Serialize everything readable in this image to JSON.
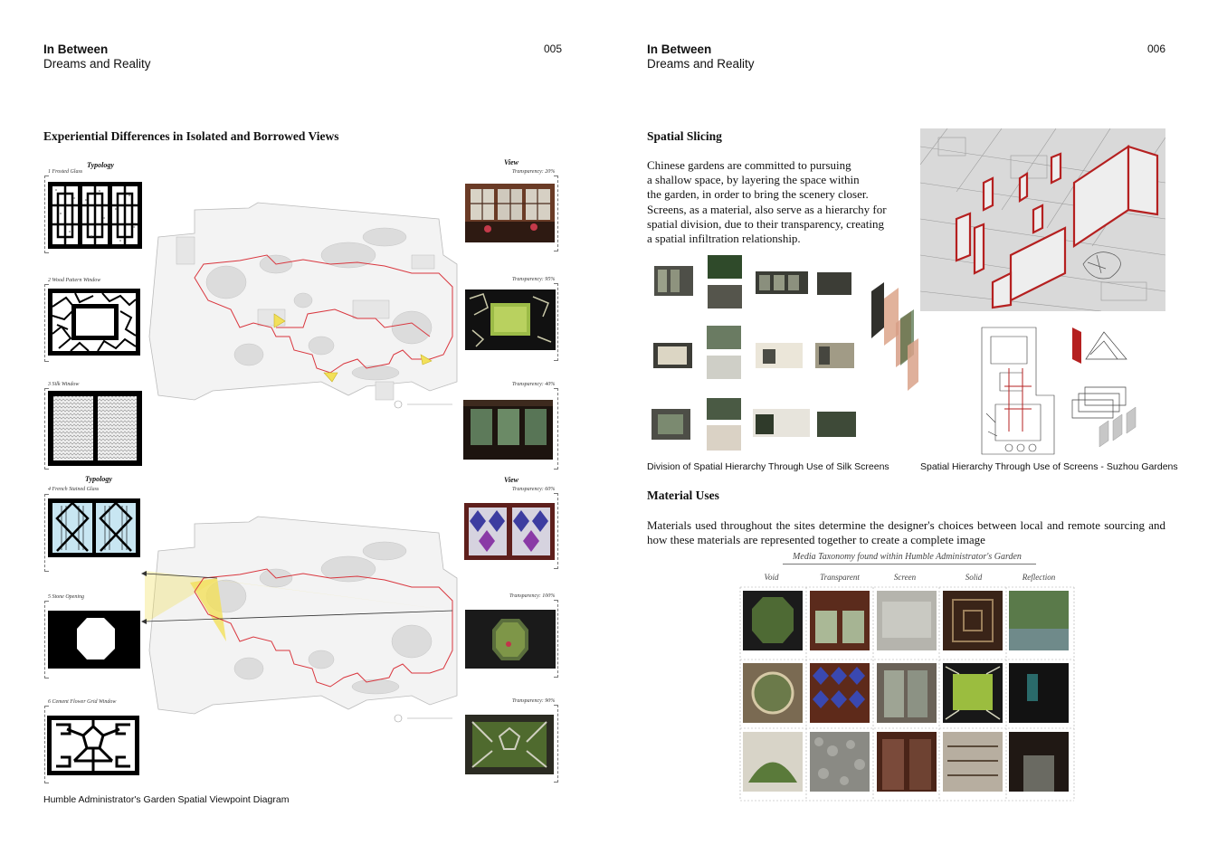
{
  "left_page": {
    "header": {
      "title_bold": "In Between",
      "title_sub": "Dreams and Reality",
      "page_number": "005"
    },
    "section_title": "Experiential Differences in Isolated and Borrowed Views",
    "typology_heading": "Typology",
    "view_heading": "View",
    "typologies_top": [
      {
        "label": "1  Frosted Glass",
        "transparency": "Transparency: 20%"
      },
      {
        "label": "2  Wood Pattern Window",
        "transparency": "Transparency: 95%"
      },
      {
        "label": "3  Silk Window",
        "transparency": "Transparency: 40%"
      }
    ],
    "typologies_bottom": [
      {
        "label": "4  French Stained Glass",
        "transparency": "Transparency: 60%"
      },
      {
        "label": "5  Stone Opening",
        "transparency": "Transparency: 100%"
      },
      {
        "label": "6  Cement Flower Grid Window",
        "transparency": "Transparency: 90%"
      }
    ],
    "caption": "Humble Administrator's Garden Spatial Viewpoint Diagram"
  },
  "right_page": {
    "header": {
      "title_bold": "In Between",
      "title_sub": "Dreams and Reality",
      "page_number": "006"
    },
    "spatial_title": "Spatial Slicing",
    "spatial_text": [
      "Chinese gardens are committed to pursuing",
      "a shallow space, by layering the space within",
      "the garden, in order to bring the scenery closer.",
      "Screens, as a material, also serve as a hierarchy for",
      "spatial division, due to their transparency, creating",
      "a spatial infiltration relationship."
    ],
    "caption_left": "Division of Spatial Hierarchy Through Use of Silk Screens",
    "caption_right": "Spatial Hierarchy Through Use of Screens - Suzhou Gardens",
    "material_title": "Material Uses",
    "material_text": "Materials used throughout the sites determine the designer's choices between local and remote sourcing and how these materials are represented together to create a complete image",
    "taxonomy": {
      "title": "Media Taxonomy found within Humble Administrator's Garden",
      "columns": [
        "Void",
        "Transparent",
        "Screen",
        "Solid",
        "Reflection"
      ]
    }
  },
  "colors": {
    "route_red": "#d9363e",
    "view_yellow": "#f2e05a",
    "screen_red": "#b52020"
  }
}
